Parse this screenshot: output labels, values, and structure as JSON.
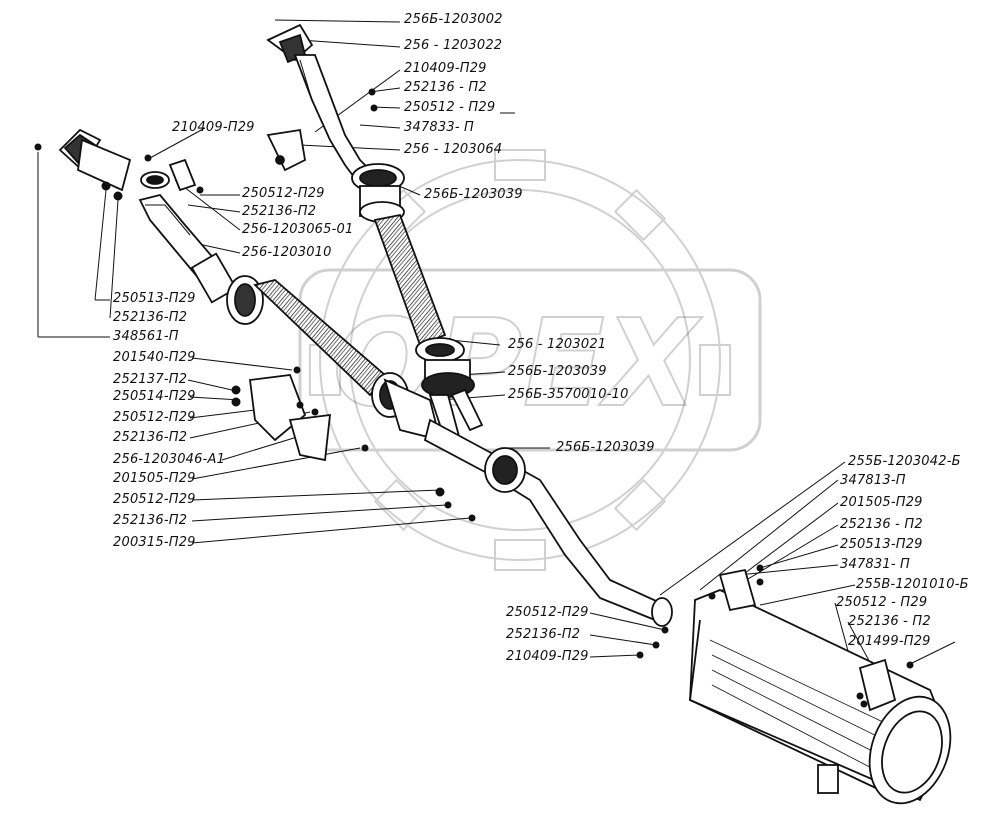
{
  "labels": {
    "l01": "256Б-1203002",
    "l02": "256 - 1203022",
    "l03": "210409-П29",
    "l04": "252136 - П2",
    "l05": "250512 - П29",
    "l06": "347833- П",
    "l07": "256 - 1203064",
    "l08": "256Б-1203039",
    "l09": "210409-П29",
    "l10": "250512-П29",
    "l11": "252136-П2",
    "l12": "256-1203065-01",
    "l13": "256-1203010",
    "l14": "250513-П29",
    "l15": "252136-П2",
    "l16": "348561-П",
    "l17": "201540-П29",
    "l18": "252137-П2",
    "l19": "250514-П29",
    "l20": "250512-П29",
    "l21": "252136-П2",
    "l22": "256-1203046-А1",
    "l23": "201505-П29",
    "l24": "250512-П29",
    "l25": "252136-П2",
    "l26": "200315-П29",
    "l27": "256 - 1203021",
    "l28": "256Б-1203039",
    "l29": "256Б-3570010-10",
    "l30": "256Б-1203039",
    "l31": "255Б-1203042-Б",
    "l32": "347813-П",
    "l33": "201505-П29",
    "l34": "252136 - П2",
    "l35": "250513-П29",
    "l36": "347831- П",
    "l37": "255В-1201010-Б",
    "l38": "250512 - П29",
    "l39": "252136 - П2",
    "l40": "201499-П29",
    "l41": "250512-П29",
    "l42": "252136-П2",
    "l43": "210409-П29"
  },
  "watermark": "OPEX"
}
